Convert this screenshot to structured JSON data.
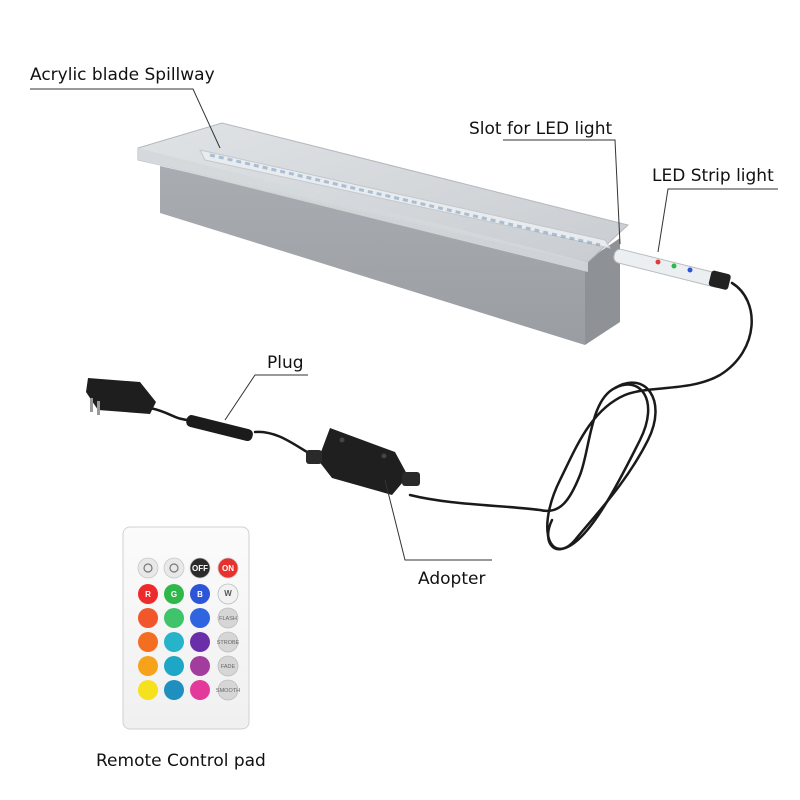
{
  "labels": {
    "spillway": "Acrylic blade Spillway",
    "slot": "Slot for LED light",
    "strip": "LED Strip light",
    "plug": "Plug",
    "adopter": "Adopter",
    "remote": "Remote Control pad"
  },
  "remote": {
    "top_buttons": [
      {
        "icon": "brightness-up-icon",
        "color": "#e8e8e8",
        "text": ""
      },
      {
        "icon": "brightness-down-icon",
        "color": "#e8e8e8",
        "text": ""
      },
      {
        "icon": "",
        "color": "#2b2b2b",
        "text": "OFF"
      },
      {
        "icon": "",
        "color": "#e8312c",
        "text": "ON"
      }
    ],
    "color_rows": [
      {
        "colors": [
          "#ef2a2a",
          "#2fb84a",
          "#2d55d8"
        ],
        "letters": [
          "R",
          "G",
          "B"
        ],
        "side": "W",
        "side_color": "#f2f2f2"
      },
      {
        "colors": [
          "#f1572a",
          "#3fc36b",
          "#2f66e0"
        ],
        "letters": [
          "",
          "",
          ""
        ],
        "side": "FLASH",
        "side_color": "#d6d6d6"
      },
      {
        "colors": [
          "#f36d22",
          "#27b3c9",
          "#6a2fa8"
        ],
        "letters": [
          "",
          "",
          ""
        ],
        "side": "STROBE",
        "side_color": "#d6d6d6"
      },
      {
        "colors": [
          "#f7a21b",
          "#1ea6c7",
          "#a23d9e"
        ],
        "letters": [
          "",
          "",
          ""
        ],
        "side": "FADE",
        "side_color": "#d6d6d6"
      },
      {
        "colors": [
          "#f5e11d",
          "#1e8fbf",
          "#e2399a"
        ],
        "letters": [
          "",
          "",
          ""
        ],
        "side": "SMOOTH",
        "side_color": "#d6d6d6"
      }
    ]
  }
}
